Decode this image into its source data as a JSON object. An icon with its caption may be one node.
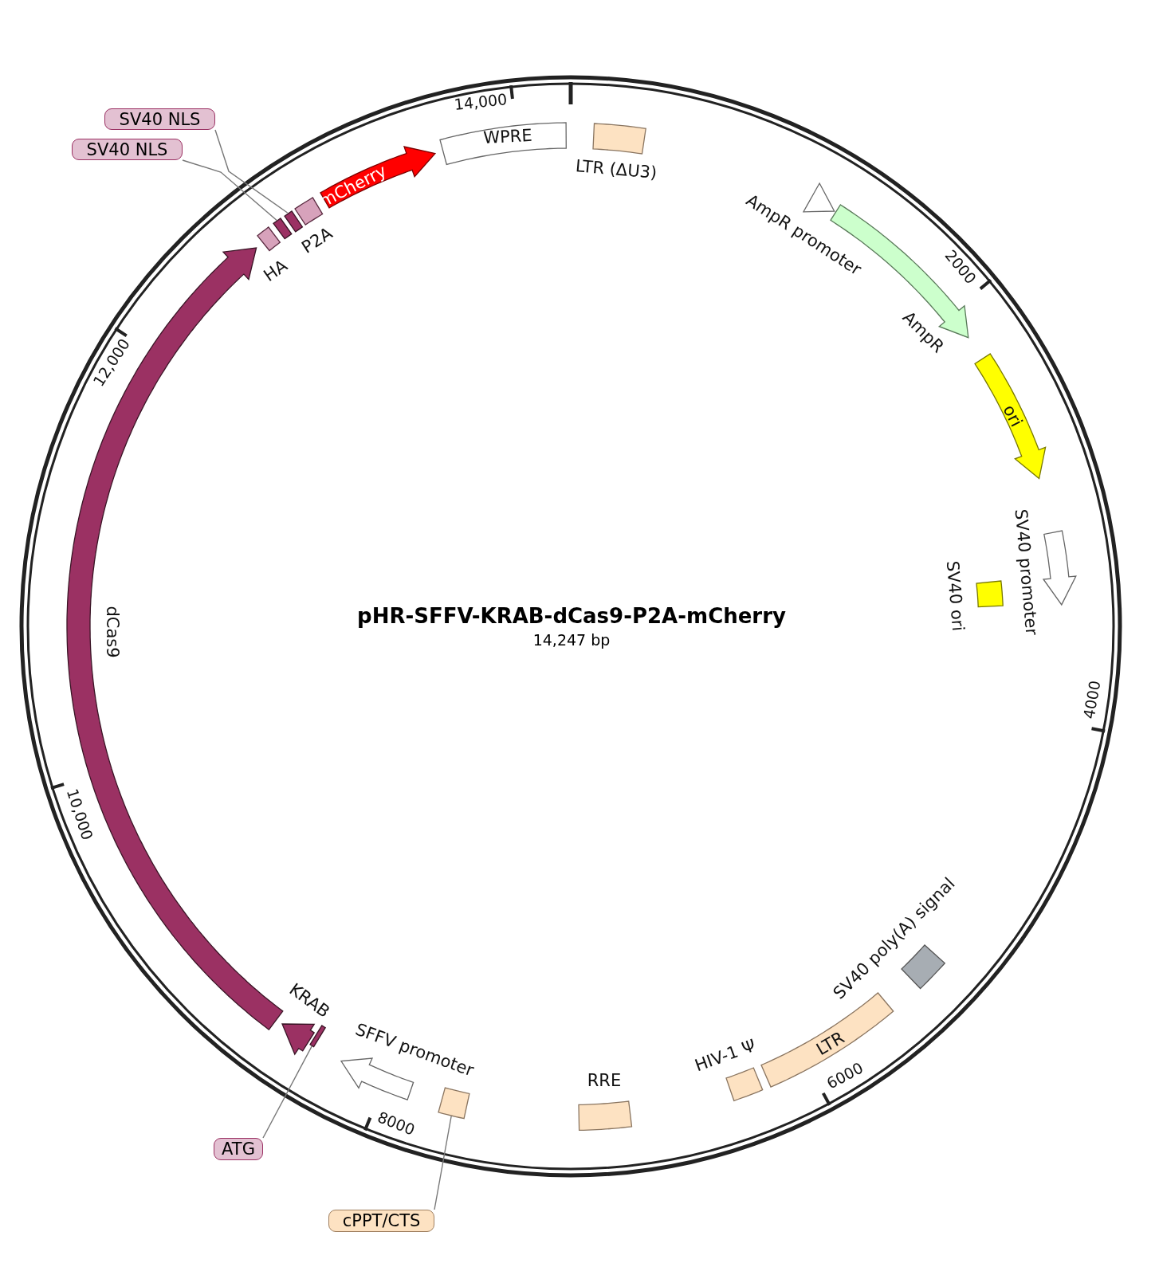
{
  "diagram": {
    "title": "pHR-SFFV-KRAB-dCas9-P2A-mCherry",
    "caption": "14,247 bp",
    "nodes": [
      {
        "text": [
          "WPRE"
        ]
      },
      {
        "text": [
          "LTR (ΔU3)"
        ]
      },
      {
        "text": [
          "AmpR promoter"
        ]
      },
      {
        "text": [
          "AmpR"
        ]
      },
      {
        "text": [
          "ori"
        ]
      },
      {
        "text": [
          "SV40 promoter"
        ]
      },
      {
        "text": [
          "SV40 ori"
        ]
      },
      {
        "text": [
          "SV40 poly(A) signal"
        ]
      },
      {
        "text": [
          "LTR"
        ]
      },
      {
        "text": [
          "HIV-1 Ψ"
        ]
      },
      {
        "text": [
          "RRE"
        ]
      },
      {
        "text": [
          "SFFV promoter"
        ]
      },
      {
        "text": [
          "KRAB"
        ]
      },
      {
        "text": [
          "dCas9"
        ]
      },
      {
        "text": [
          "HA"
        ]
      },
      {
        "text": [
          "P2A"
        ]
      },
      {
        "text": [
          "mCherry"
        ]
      },
      {
        "text": [
          "SV40 NLS"
        ]
      },
      {
        "text": [
          "SV40 NLS"
        ]
      },
      {
        "text": [
          "ATG"
        ]
      },
      {
        "text": [
          "cPPT/CTS"
        ]
      },
      {
        "text": [],
        "shape": "bar"
      },
      {
        "text": [],
        "shape": "bar"
      },
      {
        "text": [],
        "shape": "bar"
      },
      {
        "text": [],
        "shape": "box"
      }
    ],
    "edges": [
      {
        "from": 17,
        "to": 22,
        "arrow": "none"
      },
      {
        "from": 18,
        "to": 21,
        "arrow": "none"
      },
      {
        "from": 19,
        "to": 23,
        "arrow": "none"
      },
      {
        "from": 20,
        "to": 24,
        "arrow": "none"
      }
    ],
    "labels": [
      "14,000",
      "2000",
      "12,000",
      "4000",
      "10,000",
      "6000",
      "8000"
    ]
  }
}
